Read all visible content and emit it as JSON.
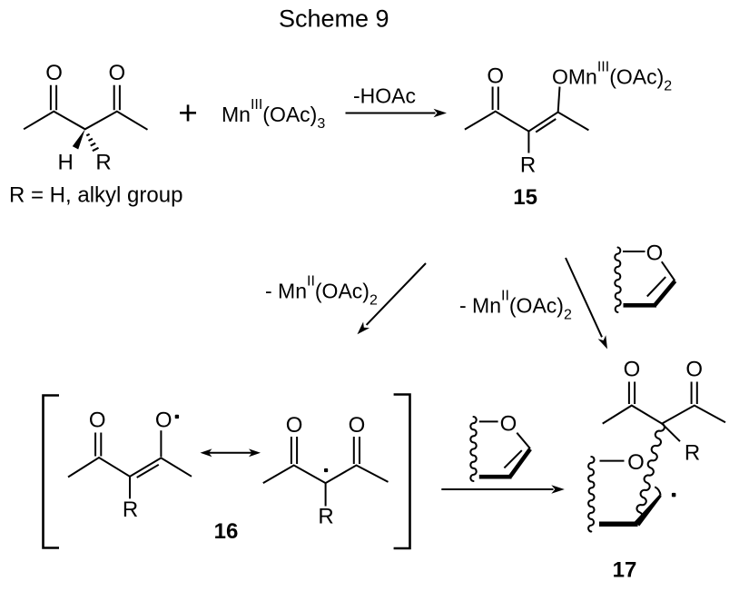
{
  "title": "Scheme 9",
  "colors": {
    "ink": "#000000",
    "background": "#ffffff"
  },
  "atoms": {
    "oxygen": "O",
    "hydrogen": "H",
    "r_group": "R"
  },
  "substrate_note": "R = H, alkyl group",
  "top_row": {
    "plus": "+",
    "oxidant": {
      "base": "Mn",
      "sup": "III",
      "ligand": "(OAc)",
      "sub": "3"
    },
    "arrow_label": "-HOAc"
  },
  "enol_manganese_label": {
    "base": "OMn",
    "sup": "III",
    "ligand": "(OAc)",
    "sub": "2"
  },
  "elimination_left": {
    "prefix": "- Mn",
    "sup": "II",
    "ligand": "(OAc)",
    "sub": "2"
  },
  "elimination_right": {
    "prefix": "- Mn",
    "sup": "II",
    "ligand": "(OAc)",
    "sub": "2"
  },
  "compound_numbers": {
    "c15": "15",
    "c16": "16",
    "c17": "17"
  }
}
